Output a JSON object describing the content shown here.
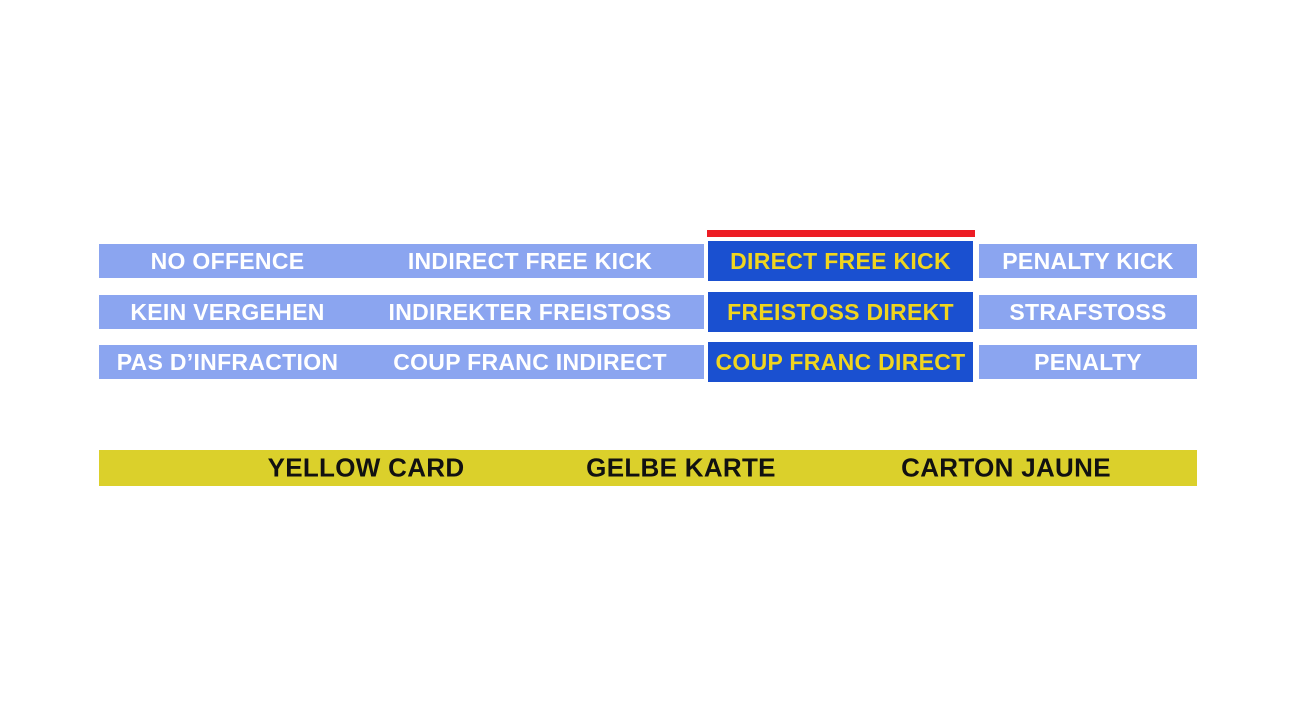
{
  "theme": {
    "page-bg": "#ffffff",
    "option-bg": "#8BA5F0",
    "option-text": "#ffffff",
    "selected-bg": "#1A50D0",
    "selected-text": "#F0D51E",
    "indicator-red": "#ED1C24",
    "banner-bg": "#DBD02B",
    "banner-text": "#111111"
  },
  "board": {
    "rows": [
      {
        "cells": [
          {
            "label": "NO OFFENCE",
            "selected": false
          },
          {
            "label": "INDIRECT FREE KICK",
            "selected": false
          },
          {
            "label": "DIRECT FREE KICK",
            "selected": true
          },
          {
            "label": "PENALTY KICK",
            "selected": false
          }
        ]
      },
      {
        "cells": [
          {
            "label": "KEIN VERGEHEN",
            "selected": false
          },
          {
            "label": "INDIREKTER FREISTOSS",
            "selected": false
          },
          {
            "label": "FREISTOSS DIREKT",
            "selected": true
          },
          {
            "label": "STRAFSTOSS",
            "selected": false
          }
        ]
      },
      {
        "cells": [
          {
            "label": "PAS D’INFRACTION",
            "selected": false
          },
          {
            "label": "COUP FRANC INDIRECT",
            "selected": false
          },
          {
            "label": "COUP FRANC DIRECT",
            "selected": true
          },
          {
            "label": "PENALTY",
            "selected": false
          }
        ]
      }
    ]
  },
  "banner": {
    "labels": [
      "YELLOW CARD",
      "GELBE KARTE",
      "CARTON JAUNE"
    ]
  }
}
